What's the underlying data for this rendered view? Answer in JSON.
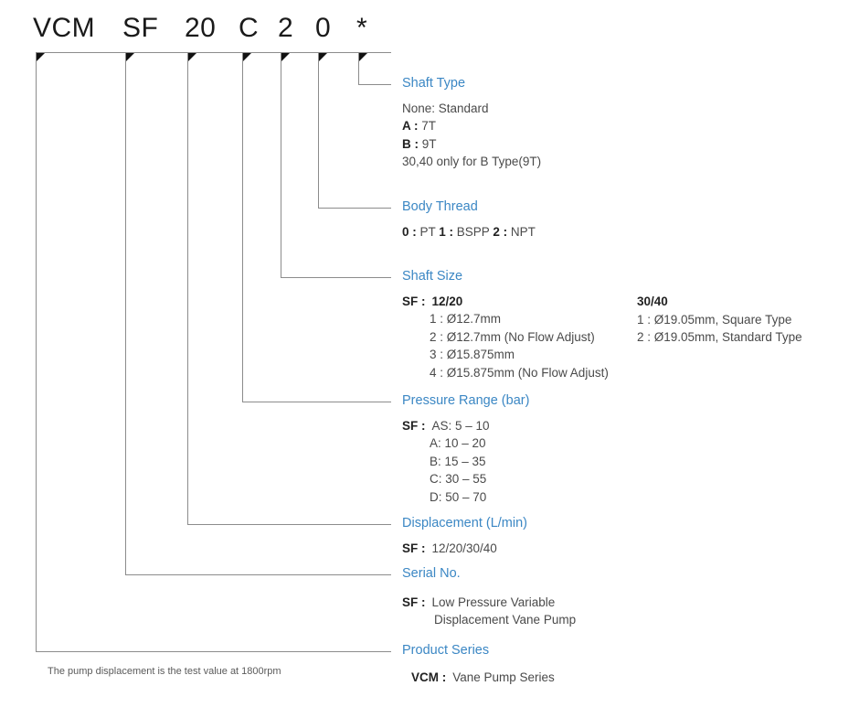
{
  "code": {
    "segments": [
      {
        "name": "product-series",
        "text": "VCM"
      },
      {
        "name": "serial-no",
        "text": "SF"
      },
      {
        "name": "displacement",
        "text": "20"
      },
      {
        "name": "pressure-range",
        "text": "C"
      },
      {
        "name": "shaft-size",
        "text": "2"
      },
      {
        "name": "body-thread",
        "text": "0"
      },
      {
        "name": "shaft-type",
        "text": "*"
      }
    ]
  },
  "accent_color": "#3b87c4",
  "blocks": {
    "shaft_type": {
      "title": "Shaft Type",
      "lines": [
        {
          "key": "",
          "val": "None: Standard"
        },
        {
          "key": "A :",
          "val": "7T"
        },
        {
          "key": "B :",
          "val": "9T"
        },
        {
          "key": "",
          "val": "30,40 only for B Type(9T)"
        }
      ]
    },
    "body_thread": {
      "title": "Body Thread",
      "line": "0 : PT  1 : BSPP  2 : NPT",
      "parts": [
        {
          "bold": "0 :",
          "plain": " PT "
        },
        {
          "bold": "1 :",
          "plain": " BSPP "
        },
        {
          "bold": "2 :",
          "plain": " NPT"
        }
      ]
    },
    "shaft_size": {
      "title": "Shaft Size",
      "key": "SF :",
      "heading": "12/20",
      "items": [
        "1 : Ø12.7mm",
        "2 : Ø12.7mm   (No Flow Adjust)",
        "3 : Ø15.875mm",
        "4 : Ø15.875mm  (No Flow Adjust)"
      ],
      "col2_heading": "30/40",
      "col2_items": [
        "1 : Ø19.05mm, Square Type",
        "2 : Ø19.05mm, Standard Type"
      ]
    },
    "pressure_range": {
      "title": "Pressure Range (bar)",
      "key": "SF :",
      "items": [
        "AS: 5 – 10",
        "A: 10 – 20",
        "B: 15 – 35",
        "C: 30 – 55",
        "D: 50 – 70"
      ]
    },
    "displacement": {
      "title": "Displacement (L/min)",
      "key": "SF :",
      "value": "12/20/30/40"
    },
    "serial_no": {
      "title": "Serial No.",
      "key": "SF :",
      "value_line1": "Low Pressure Variable",
      "value_line2": "Displacement Vane Pump"
    },
    "product_series": {
      "title": "Product Series",
      "key": "VCM :",
      "value": "Vane Pump Series"
    }
  },
  "footnote": "The pump displacement is the test value at 1800rpm"
}
